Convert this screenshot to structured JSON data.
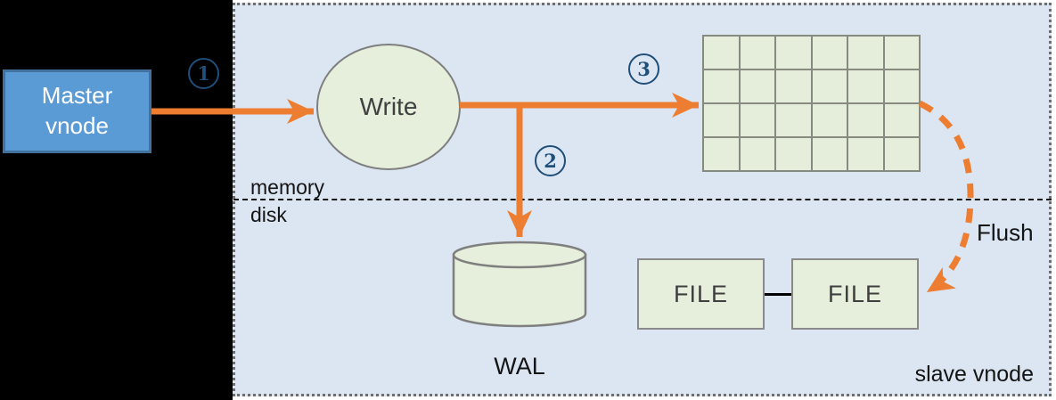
{
  "master_node": {
    "label": "Master\nvnode"
  },
  "steps": {
    "one": "1",
    "two": "2",
    "three": "3"
  },
  "write_node": {
    "label": "Write"
  },
  "memory_disk": {
    "memory": "memory",
    "disk": "disk"
  },
  "wal": {
    "label": "WAL"
  },
  "files": {
    "file1": "FILE",
    "file2": "FILE"
  },
  "flush": {
    "label": "Flush"
  },
  "panel": {
    "label": "slave vnode"
  },
  "grid": {
    "rows": 4,
    "cols": 6
  },
  "colors": {
    "arrow_orange": "#ED7D31",
    "node_green_fill": "#E5EFDC",
    "node_gray_border": "#7F7F7F",
    "panel_blue": "#DCE6F2",
    "master_blue_fill": "#5B9BD5",
    "master_blue_border": "#41719C",
    "step_badge_blue": "#1F4E79",
    "background_black": "#000000"
  }
}
